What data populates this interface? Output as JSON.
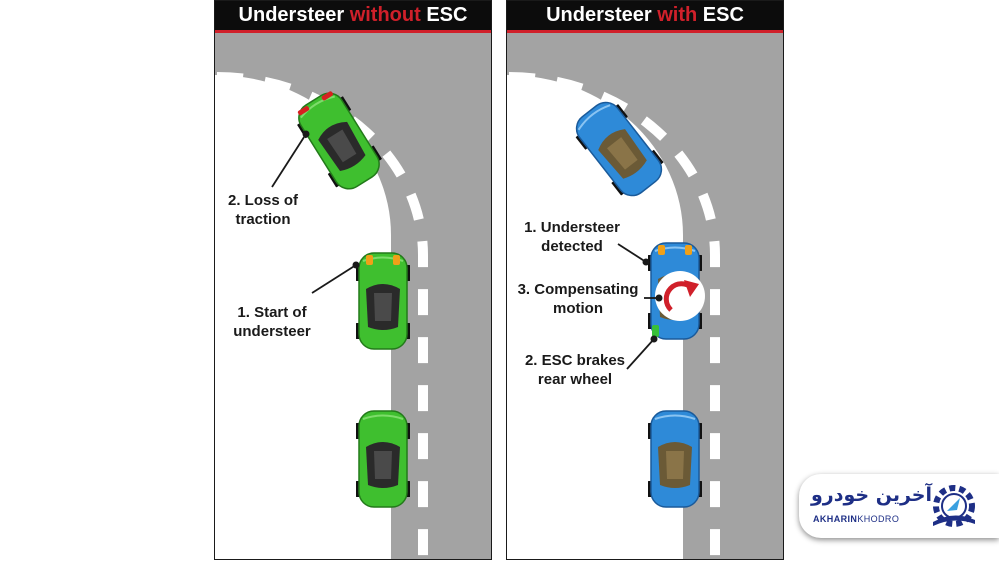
{
  "left_panel": {
    "title_part1": "Understeer ",
    "title_accent": "without",
    "title_part2": " ESC",
    "labels": {
      "loss_line1": "2. Loss of",
      "loss_line2": "traction",
      "start_line1": "1. Start of",
      "start_line2": "understeer"
    },
    "car_color": "#3fbf2f"
  },
  "right_panel": {
    "title_part1": "Understeer ",
    "title_accent": "with",
    "title_part2": " ESC",
    "labels": {
      "detected_line1": "1. Understeer",
      "detected_line2": "detected",
      "comp_line1": "3. Compensating",
      "comp_line2": "motion",
      "brakes_line1": "2. ESC brakes",
      "brakes_line2": "rear wheel"
    },
    "car_color": "#2e8ad8"
  },
  "colors": {
    "road": "#a3a3a3",
    "title_bar": "#0c0c0c",
    "accent_red": "#d0202a",
    "brake_light": "#d62020",
    "indicator_orange": "#f0a018",
    "esc_brake_green": "#38c038"
  },
  "icons": [
    "rotation-arrow-icon",
    "gear-speedometer-icon"
  ],
  "logo": {
    "persian": "آخرین خودرو",
    "latin_bold": "AKHARIN",
    "latin_rest": "KHODRO"
  }
}
